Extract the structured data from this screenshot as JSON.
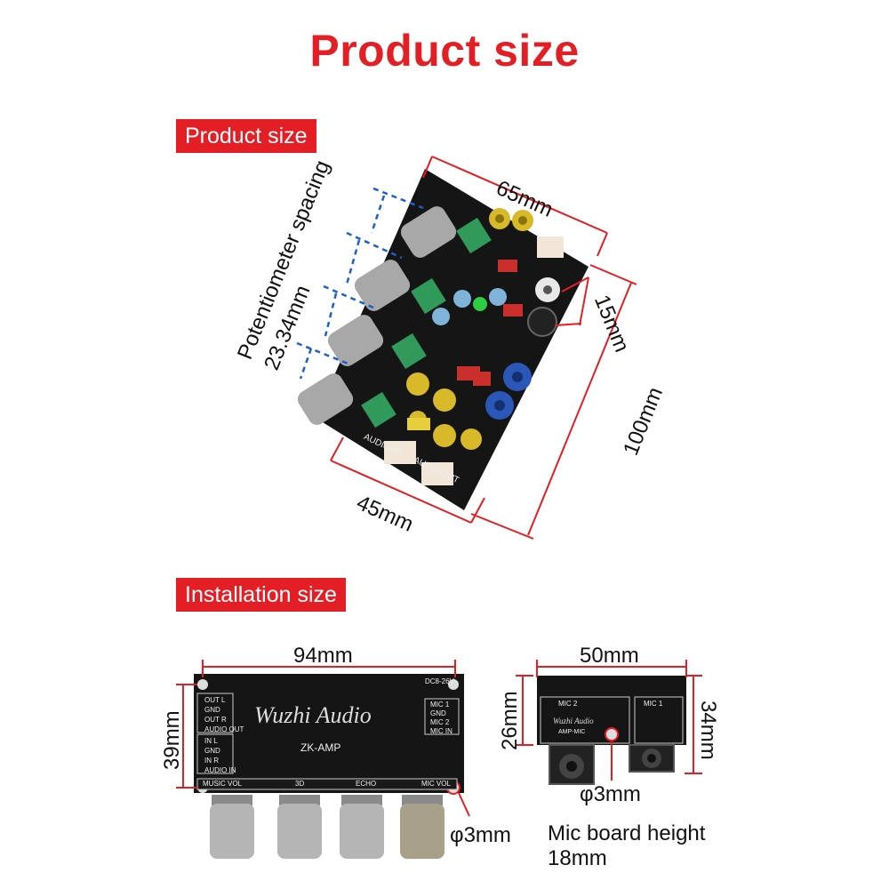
{
  "page": {
    "title": "Product size"
  },
  "sections": {
    "product_size": {
      "label": "Product size"
    },
    "installation_size": {
      "label": "Installation size"
    }
  },
  "product_board": {
    "width": "65mm",
    "height": "100mm",
    "depth": "45mm",
    "spacing_side": "15mm",
    "pot_spacing_line1": "Potentiometer spacing",
    "pot_spacing_line2": "23.34mm",
    "silk": {
      "audio_in": "AUDIO IN",
      "audio_out": "AUDIO OUT"
    }
  },
  "main_board": {
    "width": "94mm",
    "height": "39mm",
    "hole": "φ3mm",
    "brand": "Wuzhi Audio",
    "model": "ZK-AMP",
    "power": "DC8-26V",
    "out_labels": [
      "OUT L",
      "GND",
      "OUT R"
    ],
    "out_title": "AUDIO OUT",
    "in_labels": [
      "IN L",
      "GND",
      "IN R"
    ],
    "in_title": "AUDIO IN",
    "mic_labels": [
      "MIC 1",
      "GND",
      "MIC 2"
    ],
    "mic_title": "MIC IN",
    "knob_labels": [
      "MUSIC VOL",
      "3D",
      "ECHO",
      "MIC VOL"
    ]
  },
  "mic_board": {
    "width": "50mm",
    "height_left": "26mm",
    "height_right": "34mm",
    "hole": "φ3mm",
    "mic2": "MIC 2",
    "mic1": "MIC 1",
    "brand": "Wuzhi Audio",
    "model": "AMP-MIC",
    "note_line1": "Mic board height",
    "note_line2": "18mm"
  },
  "colors": {
    "accent": "#e31e24",
    "board": "#151515",
    "dimension_line": "#e31e24",
    "pot_arrow": "#1f5fc9"
  }
}
